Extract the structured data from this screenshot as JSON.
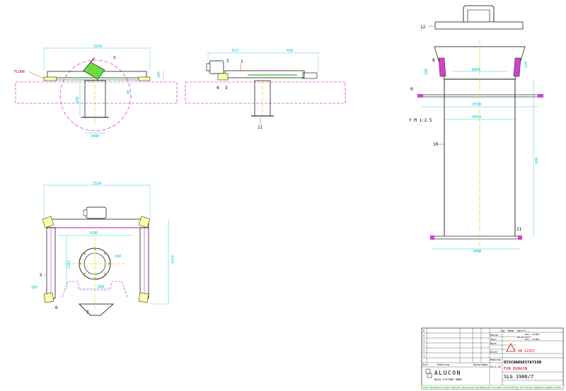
{
  "views": {
    "front": {
      "dim_width": "1534",
      "dim_height_left": "250",
      "dim_height_right": "185",
      "dim_radius": "R8",
      "dim_base": "340Ø",
      "floor_label": "FLOOR",
      "detail_label": "Y"
    },
    "side": {
      "dim_left": "813",
      "dim_right": "838",
      "parts": [
        "1",
        "2",
        "3",
        "4",
        "11"
      ]
    },
    "top": {
      "dim_width": "1534",
      "dim_inner": "1036",
      "dim_height": "1474",
      "dim_inner_height": "1251",
      "dim_center": "168",
      "dim_lower": "368",
      "dim_corner": "185",
      "parts": [
        "5",
        "6",
        "7"
      ]
    },
    "section": {
      "dim_top": "Ø344",
      "dim_flange": "Ø338",
      "dim_body": "Ø329",
      "dim_bottom": "340Ø",
      "dim_height": "580",
      "dim_collar_left": "180",
      "dim_collar_right": "120",
      "detail_note": "Y M 1:2.5",
      "parts": [
        "8",
        "9",
        "10",
        "11",
        "12"
      ]
    }
  },
  "title_block": {
    "rows": [
      "6",
      "5",
      "4",
      "3",
      "2",
      "1"
    ],
    "change_headers": [
      "Zust",
      "Änderung",
      "Datum",
      "Name"
    ],
    "labels": {
      "tag": "Tag",
      "name": "Name",
      "bearb": "Bearb.",
      "gepr": "Gepr.",
      "norm": "Norm",
      "gesch": "Gesch.",
      "massstab": "Maßstab",
      "scale_val": "A1=1:10",
      "blatt": "Blatt",
      "werkst": "Werkstoff:",
      "gewicht": "Gewicht:",
      "ident": "Ident-Nr.",
      "oberfl": "Oberfl.:",
      "acc1": "acc. order",
      "acc2": "acc. order"
    },
    "material": "VA 12317",
    "title": "DISCHARGESTATION",
    "subtitle": "FOR DURAIN",
    "drawing_no": "SLG 1906/7",
    "company": "ALUCON",
    "company_sub": "BULK SYSTEMS GMBH",
    "copyright": "Diese Zeichnung ist unser Eigentum. Ohne unsere Zustimmung darf sie weder vervielfältigt noch Dritten zugänglich gemacht werden."
  }
}
